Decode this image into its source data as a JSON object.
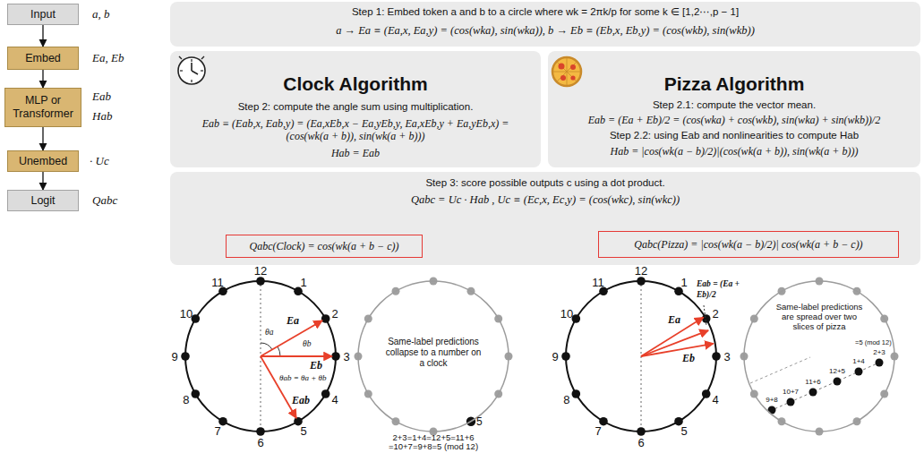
{
  "diagram": {
    "nodes": [
      {
        "text": [
          "Input"
        ]
      },
      {
        "text": [
          "Embed"
        ]
      },
      {
        "text": [
          "MLP or Transformer"
        ]
      },
      {
        "text": [
          "Unembed"
        ]
      },
      {
        "text": [
          "Logit"
        ]
      },
      {
        "text": [
          "Step 1: Embed token a and b to a circle where wk = 2πk/p for some k ∈ [1,2⋯,p − 1]",
          "a → Ea ≡ (Ea,x, Ea,y) = (cos(wka), sin(wka)), b → Eb ≡ (Eb,x, Eb,y) = (cos(wkb), sin(wkb))"
        ]
      },
      {
        "text": [
          "Clock Algorithm",
          "Step 2: compute the angle sum using multiplication.",
          "Eab ≡ (Eab,x, Eab,y) = (Ea,xEb,x − Ea,yEb,y, Ea,xEb,y + Ea,yEb,x) = (cos(wk(a + b)), sin(wk(a + b)))",
          "Hab = Eab"
        ]
      },
      {
        "text": [
          "Pizza Algorithm",
          "Step 2.1: compute the vector mean.",
          "Eab = (Ea + Eb)/2 = (cos(wka) + cos(wkb), sin(wka) + sin(wkb))/2",
          "Step 2.2: using Eab and nonlinearities to compute Hab",
          "Hab = |cos(wk(a − b)/2)|(cos(wk(a + b)), sin(wk(a + b)))"
        ]
      },
      {
        "text": [
          "Step 3: score possible outputs c using a dot product.",
          "Qabc = Uc · Hab , Uc ≡ (Ec,x, Ec,y) = (cos(wkc), sin(wkc))"
        ]
      },
      {
        "text": [
          "Qabc(Clock) = cos(wk(a + b − c))"
        ],
        "in": 8
      },
      {
        "text": [
          "Qabc(Pizza) = |cos(wk(a − b)/2)| cos(wk(a + b − c))"
        ],
        "in": 8
      },
      {
        "text": [
          "Same-label predictions collapse to a number on a clock"
        ]
      },
      {
        "text": [
          "Same-label predictions are spread over two slices of pizza"
        ]
      }
    ],
    "edges": [
      {
        "from": 0,
        "to": 1,
        "arrow": "to"
      },
      {
        "from": 1,
        "to": 2,
        "arrow": "to"
      },
      {
        "from": 2,
        "to": 3,
        "arrow": "to"
      },
      {
        "from": 3,
        "to": 4,
        "arrow": "to"
      }
    ],
    "labels": [
      "a, b",
      "Ea, Eb",
      "Eab",
      "Hab",
      "· Uc",
      "Qabc",
      "12",
      "1",
      "2",
      "3",
      "4",
      "5",
      "6",
      "7",
      "8",
      "9",
      "10",
      "11",
      "Ea",
      "Eb",
      "θa",
      "θb",
      "θab = θa + θb",
      "Eab",
      "5",
      "2+3=1+4=12+5=11+6 =10+7=9+8=5 (mod 12)",
      "12",
      "1",
      "2",
      "3",
      "4",
      "5",
      "6",
      "7",
      "8",
      "9",
      "10",
      "11",
      "Ea",
      "Eb",
      "Eab = (Ea + Eb)/2",
      "2+3",
      "1+4",
      "12+5",
      "11+6",
      "10+7",
      "9+8",
      "=5 (mod 12)"
    ]
  }
}
